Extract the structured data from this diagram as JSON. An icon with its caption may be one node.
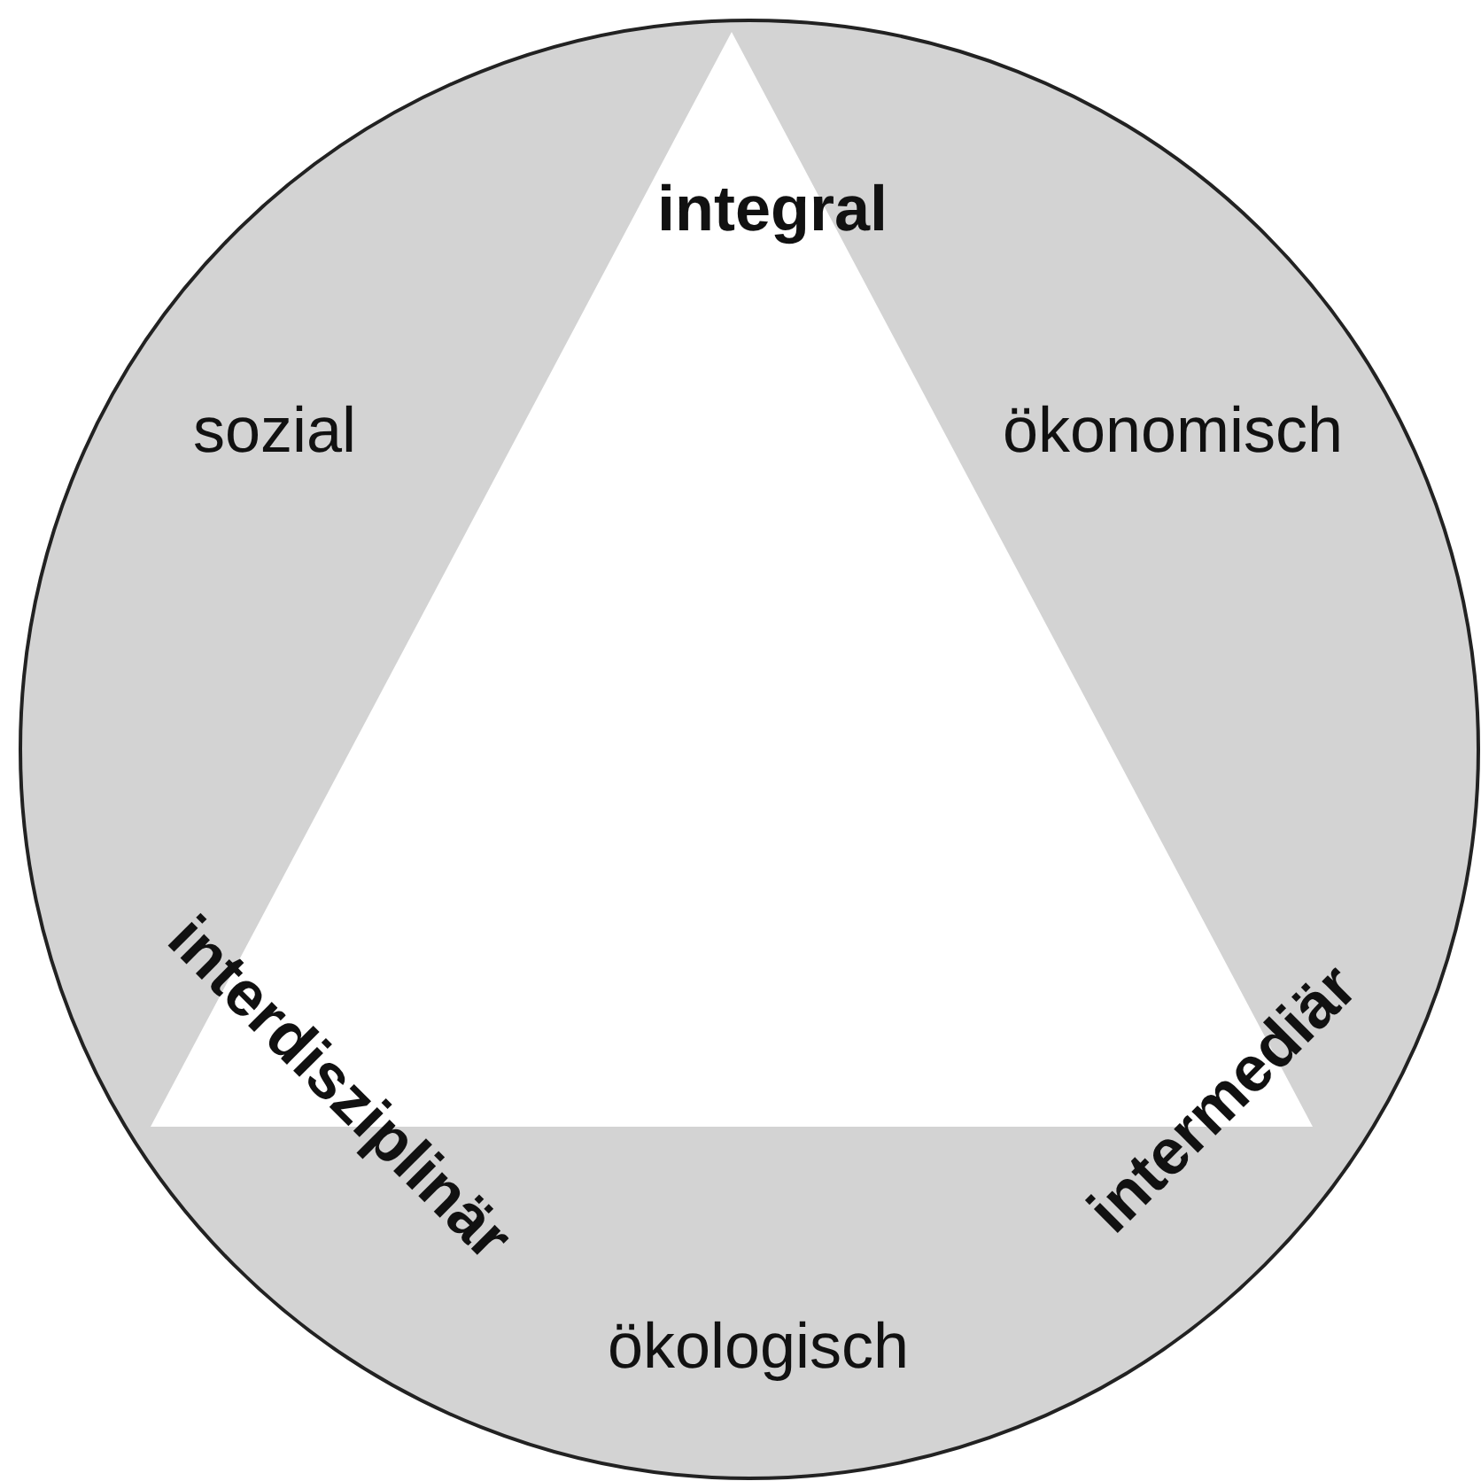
{
  "diagram": {
    "nodes": [
      {
        "text": [],
        "shape": "circle"
      },
      {
        "text": [],
        "shape": "triangle",
        "in": 0
      }
    ],
    "labels": [
      "integral",
      "sozial",
      "ökonomisch",
      "interdisziplinär",
      "intermediär",
      "ökologisch"
    ]
  }
}
